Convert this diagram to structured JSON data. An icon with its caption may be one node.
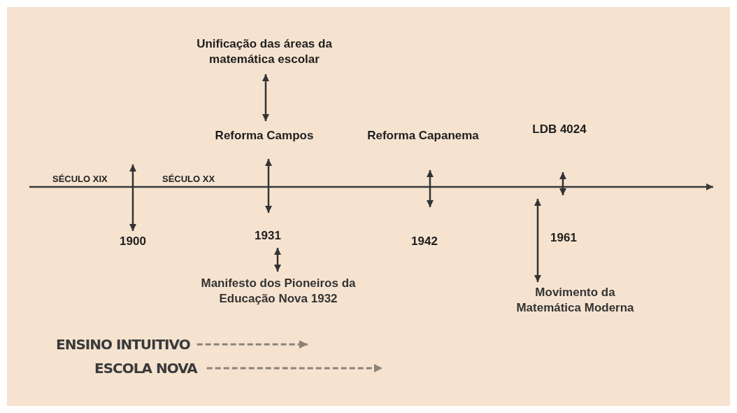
{
  "diagram": {
    "nodes": [
      {
        "text": [
          "Unificação das áreas da matemática escolar"
        ]
      },
      {
        "text": [
          "Reforma Campos"
        ]
      },
      {
        "text": [
          "Reforma Capanema"
        ]
      },
      {
        "text": [
          "LDB 4024"
        ]
      },
      {
        "text": [
          "1900"
        ]
      },
      {
        "text": [
          "1931"
        ]
      },
      {
        "text": [
          "1942"
        ]
      },
      {
        "text": [
          "1961"
        ]
      },
      {
        "text": [
          "Manifesto dos Pioneiros da Educação Nova 1932"
        ]
      },
      {
        "text": [
          "Movimento da Matemática Moderna"
        ]
      },
      {
        "text": [
          "ENSINO INTUITIVO"
        ]
      },
      {
        "text": [
          "ESCOLA NOVA"
        ]
      }
    ],
    "edges": [
      {
        "from": 0,
        "to": 1,
        "arrow": "both"
      },
      {
        "from": 1,
        "to": 5,
        "arrow": "both"
      },
      {
        "from": 5,
        "to": 8,
        "arrow": "both"
      },
      {
        "from": 2,
        "to": 6,
        "arrow": "both"
      },
      {
        "from": 3,
        "to": 7,
        "arrow": "both"
      },
      {
        "from": null,
        "to": 4,
        "arrow": "both"
      },
      {
        "from": null,
        "to": 9,
        "arrow": "both"
      },
      {
        "from": 10,
        "to": null,
        "arrow": "to",
        "style": "dashed",
        "color": "#8c8279"
      },
      {
        "from": 11,
        "to": null,
        "arrow": "to",
        "style": "dashed",
        "color": "#8c8279"
      }
    ],
    "labels": [
      "SÉCULO XIX",
      "SÉCULO XX"
    ]
  }
}
